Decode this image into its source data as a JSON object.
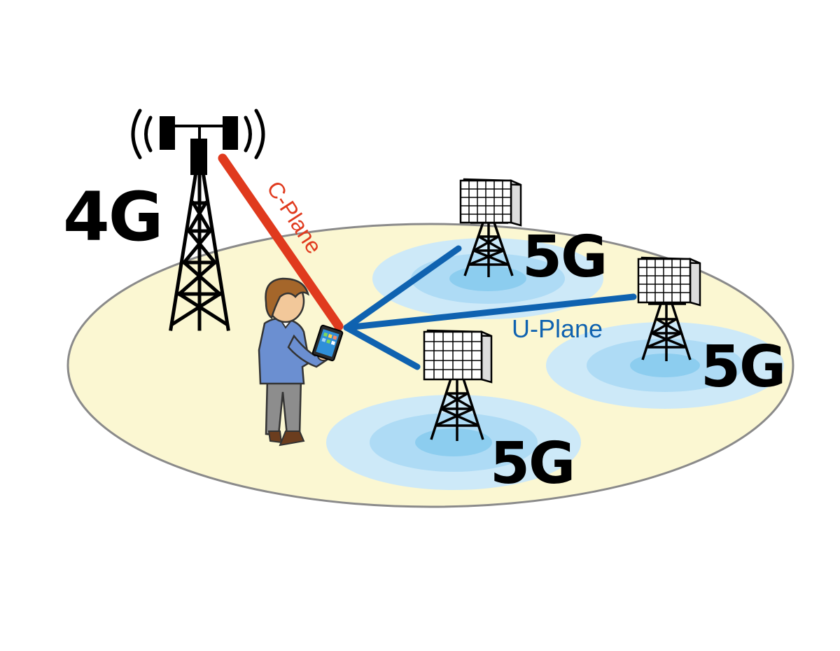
{
  "labels": {
    "tower_4g": "4G",
    "c_plane": "C-Plane",
    "u_plane": "U-Plane",
    "tower_5g_top": "5G",
    "tower_5g_right": "5G",
    "tower_5g_bottom": "5G"
  },
  "colors": {
    "c_plane": "#e03a1e",
    "u_plane": "#0f62b0",
    "ground": "#fbf7d2",
    "coverage": "#bfe3f6",
    "coverage_inner": "#94d1f1"
  }
}
